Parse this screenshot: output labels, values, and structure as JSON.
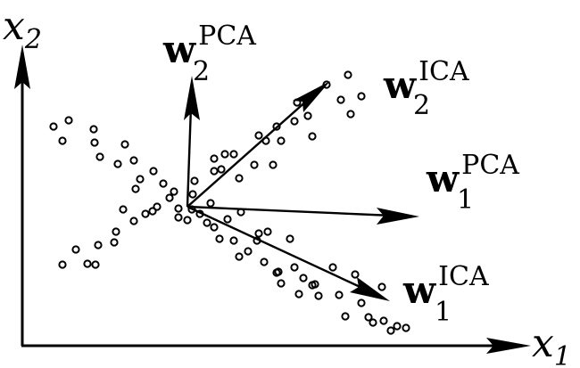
{
  "axes": {
    "x_label": {
      "var": "x",
      "sub": "1"
    },
    "y_label": {
      "var": "x",
      "sub": "2"
    }
  },
  "vectors": {
    "w2_pca": {
      "base": "w",
      "sub": "2",
      "sup": "PCA"
    },
    "w1_pca": {
      "base": "w",
      "sub": "1",
      "sup": "PCA"
    },
    "w2_ica": {
      "base": "w",
      "sub": "2",
      "sup": "ICA"
    },
    "w1_ica": {
      "base": "w",
      "sub": "1",
      "sup": "ICA"
    }
  }
}
